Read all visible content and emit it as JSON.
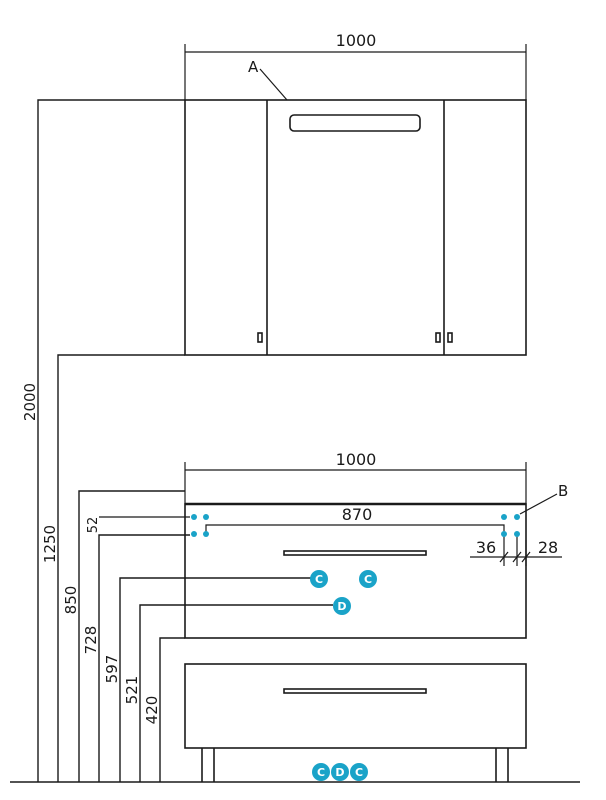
{
  "dimensions": {
    "top_width": "1000",
    "middle_width": "1000",
    "inner_width": "870",
    "height_total": "2000",
    "height_mirror_bottom": "1250",
    "height_850": "850",
    "height_728": "728",
    "height_597": "597",
    "height_521": "521",
    "height_420": "420",
    "spacing_52": "52",
    "offset_36": "36",
    "offset_28": "28"
  },
  "callouts": {
    "a": "A",
    "b": "B"
  },
  "markers": {
    "c": "C",
    "d": "D"
  },
  "colors": {
    "line": "#1a1a1a",
    "marker": "#1aa3c8"
  }
}
